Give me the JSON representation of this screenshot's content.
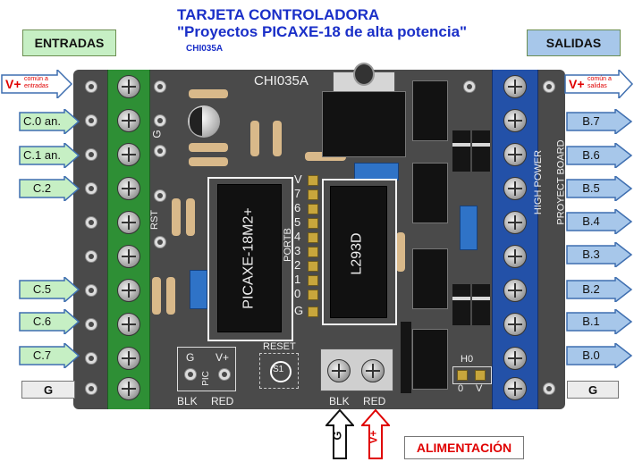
{
  "title": {
    "line1": "TARJETA CONTROLADORA",
    "line2": "\"Proyectos PICAXE-18 de alta potencia\"",
    "code": "CHI035A"
  },
  "headers": {
    "inputs": "ENTRADAS",
    "outputs": "SALIDAS"
  },
  "left_labels": {
    "vplus": "V+",
    "vplus_note_1": "común a",
    "vplus_note_2": "entradas",
    "pins": [
      "C.0 an.",
      "C.1 an.",
      "C.2",
      "C.5",
      "C.6",
      "C.7"
    ],
    "ground": "G"
  },
  "right_labels": {
    "vplus": "V+",
    "vplus_note_1": "común a",
    "vplus_note_2": "salidas",
    "pins": [
      "B.7",
      "B.6",
      "B.5",
      "B.4",
      "B.3",
      "B.2",
      "B.1",
      "B.0"
    ],
    "ground": "G"
  },
  "board": {
    "name": "CHI035A",
    "g_label": "G",
    "rst_label": "RST",
    "mcu": "PICAXE-18M2+",
    "driver": "L293D",
    "portb_label": "PORTB",
    "portb_pins": [
      "V",
      "7",
      "6",
      "5",
      "4",
      "3",
      "2",
      "1",
      "0",
      "G"
    ],
    "side_text_1": "HIGH POWER",
    "side_text_2": "PROYECT BOARD",
    "reset_label": "RESET",
    "switch_label": "S1",
    "prog_g": "G",
    "prog_vplus": "V+",
    "prog_pic": "PIC",
    "prog_blk": "BLK",
    "prog_red": "RED",
    "power_blk": "BLK",
    "power_red": "RED",
    "jumper_label": "H0",
    "jumper_0": "0",
    "jumper_v": "V"
  },
  "power": {
    "arrow_g": "G",
    "arrow_vplus": "V+",
    "label": "ALIMENTACIÓN"
  },
  "colors": {
    "title_blue": "#1a2fc8",
    "inputs_header_bg": "#c6efc4",
    "outputs_header_bg": "#a7c7ea",
    "input_arrow_fill": "#c6efc4",
    "output_arrow_fill": "#a7c7ea",
    "vplus_red": "#e00000",
    "board_bg": "#4a4a4a",
    "terminal_green": "#2e8f35",
    "terminal_blue": "#2351a8",
    "power_label_red": "#e00000"
  }
}
